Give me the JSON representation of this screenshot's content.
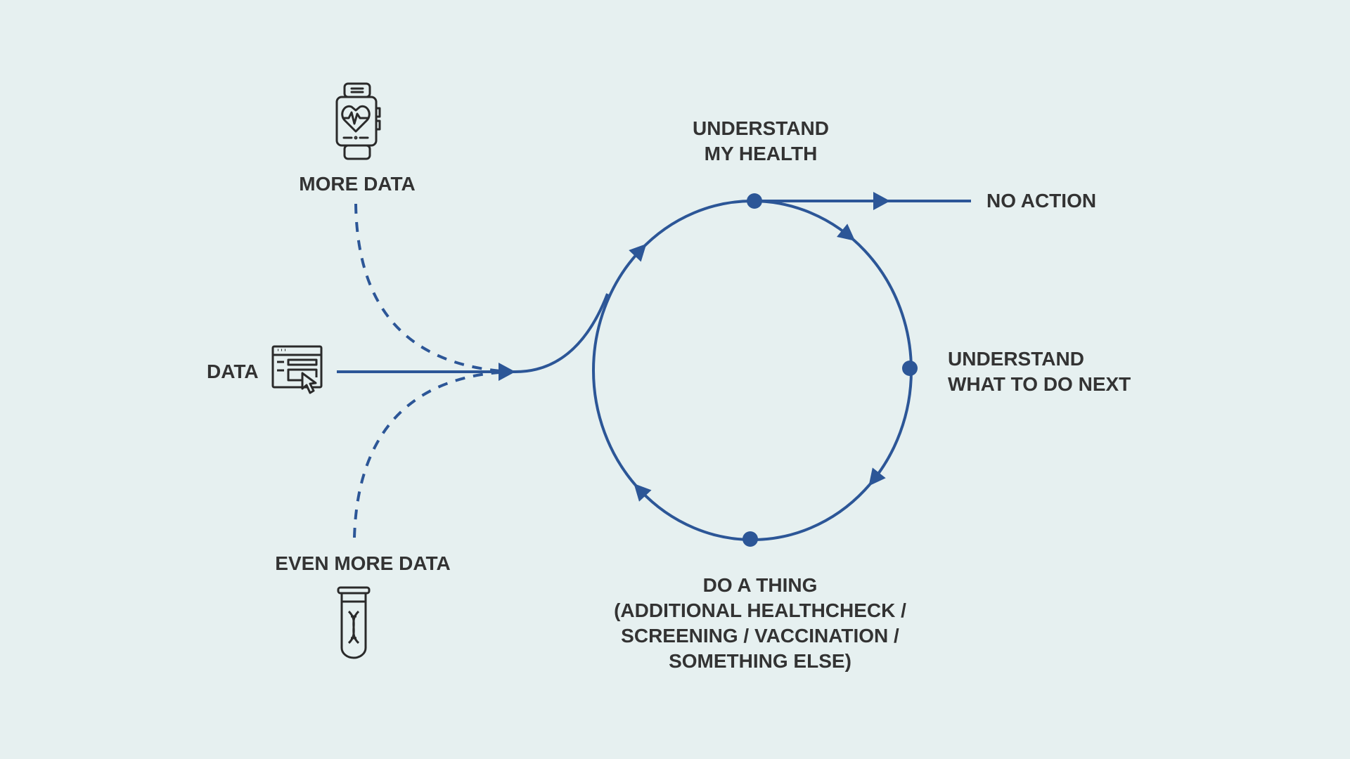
{
  "colors": {
    "background": "#e6f0f0",
    "flow": "#2c5697",
    "text": "#333333"
  },
  "inputs": {
    "more_data": {
      "label": "MORE DATA",
      "icon": "smartwatch-heart-icon"
    },
    "data": {
      "label": "DATA",
      "icon": "browser-window-cursor-icon"
    },
    "even_more_data": {
      "label": "EVEN MORE DATA",
      "icon": "test-tube-dna-icon"
    }
  },
  "cycle": {
    "understand_health": [
      "UNDERSTAND",
      "MY HEALTH"
    ],
    "what_next": [
      "UNDERSTAND",
      "WHAT TO DO NEXT"
    ],
    "do_thing": [
      "DO A THING",
      "(ADDITIONAL HEALTHCHECK /",
      "SCREENING / VACCINATION /",
      "SOMETHING ELSE)"
    ]
  },
  "exit": {
    "label": "NO ACTION"
  }
}
